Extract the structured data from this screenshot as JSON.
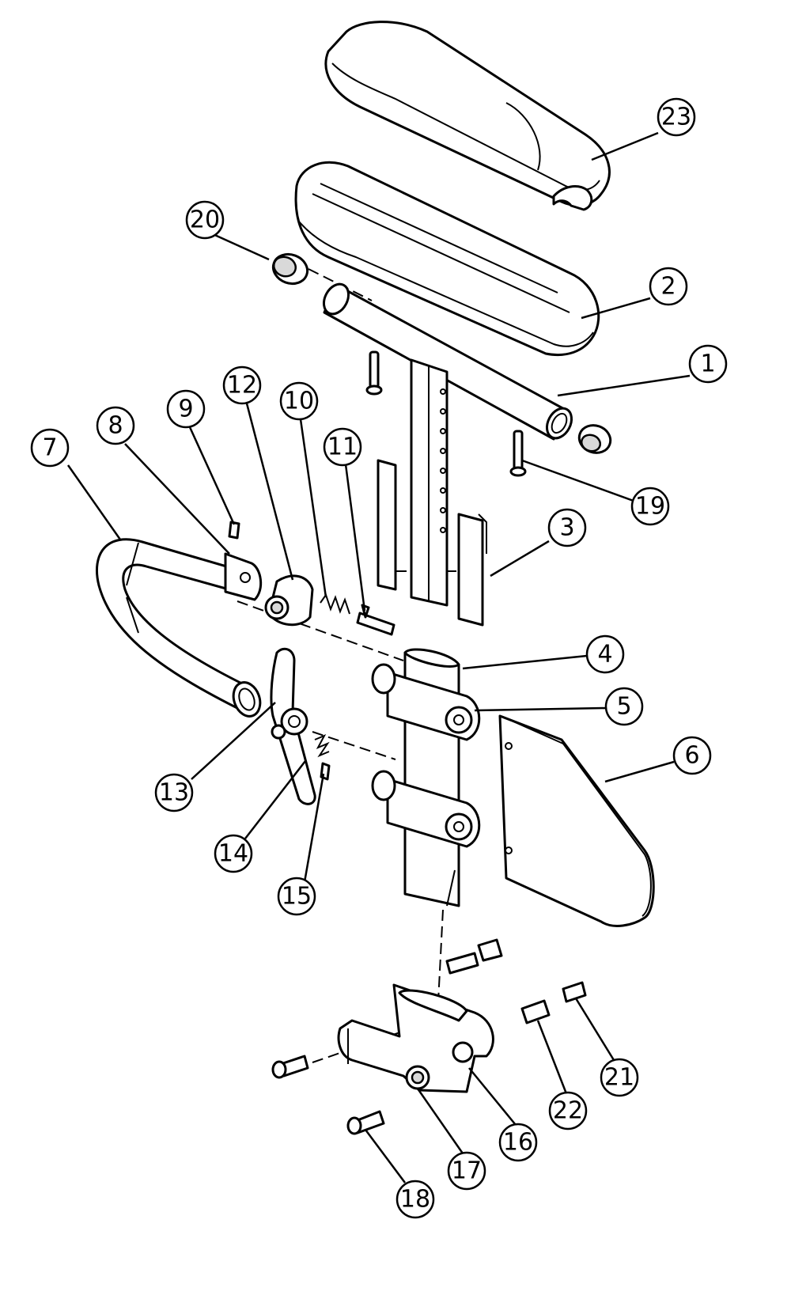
{
  "callouts": [
    "1",
    "2",
    "3",
    "4",
    "5",
    "6",
    "7",
    "8",
    "9",
    "10",
    "11",
    "12",
    "13",
    "14",
    "15",
    "16",
    "17",
    "18",
    "19",
    "20",
    "21",
    "22",
    "23"
  ],
  "parts": [
    {
      "name": "armrest-pad-upholstered",
      "ref": "23"
    },
    {
      "name": "armrest-pad",
      "ref": "2"
    },
    {
      "name": "armrest-tube",
      "ref": "1"
    },
    {
      "name": "end-cap",
      "ref": "20"
    },
    {
      "name": "screw",
      "ref": "19"
    },
    {
      "name": "height-adjust-post",
      "ref": "3"
    },
    {
      "name": "receiver-tube",
      "ref": "4"
    },
    {
      "name": "hinge-bracket",
      "ref": "5"
    },
    {
      "name": "side-guard-panel",
      "ref": "6"
    },
    {
      "name": "push-handle-loop",
      "ref": "7"
    },
    {
      "name": "clamp",
      "ref": "8"
    },
    {
      "name": "pin",
      "ref": "9"
    },
    {
      "name": "spring",
      "ref": "10"
    },
    {
      "name": "plunger-pin",
      "ref": "11"
    },
    {
      "name": "collar",
      "ref": "12"
    },
    {
      "name": "release-lever",
      "ref": "13"
    },
    {
      "name": "lever-spring",
      "ref": "14"
    },
    {
      "name": "lever-pin",
      "ref": "15"
    },
    {
      "name": "mounting-bracket",
      "ref": "16"
    },
    {
      "name": "bushing",
      "ref": "17"
    },
    {
      "name": "bolt",
      "ref": "18"
    },
    {
      "name": "bolt-small",
      "ref": "21"
    },
    {
      "name": "spacer",
      "ref": "22"
    }
  ]
}
